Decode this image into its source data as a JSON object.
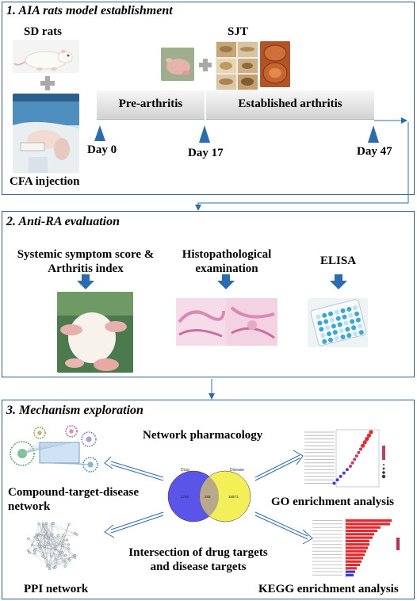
{
  "panel1": {
    "title": "1. AIA rats model establishment",
    "sd_rats": "SD rats",
    "sjt": "SJT",
    "cfa_injection": "CFA injection",
    "phase_pre": "Pre-arthritis",
    "phase_established": "Established arthritis",
    "day0": "Day 0",
    "day17": "Day 17",
    "day47": "Day 47"
  },
  "panel2": {
    "title": "2. Anti-RA evaluation",
    "symptom_line1": "Systemic symptom score &",
    "symptom_line2": "Arthritis index",
    "histo_line1": "Histopathological",
    "histo_line2": "examination",
    "elisa": "ELISA"
  },
  "panel3": {
    "title": "3. Mechanism exploration",
    "network_pharmacology": "Network pharmacology",
    "ctd_line1": "Compound-target-disease",
    "ctd_line2": "network",
    "go": "GO enrichment analysis",
    "intersect_line1": "Intersection of drug targets",
    "intersect_line2": "and disease targets",
    "ppi": "PPI network",
    "kegg": "KEGG enrichment analysis",
    "venn_left": "Drug",
    "venn_right": "Disease",
    "venn_left_count": "1750",
    "venn_overlap_count": "288",
    "venn_right_count": "16571"
  },
  "colors": {
    "panel_border": "#2e5f8f",
    "arrow_blue": "#2b6cb0",
    "venn_left": "#5b54e8",
    "venn_right": "#f2ef58",
    "kegg_bar": "#e8272c",
    "go_dot": "#e8272c"
  }
}
